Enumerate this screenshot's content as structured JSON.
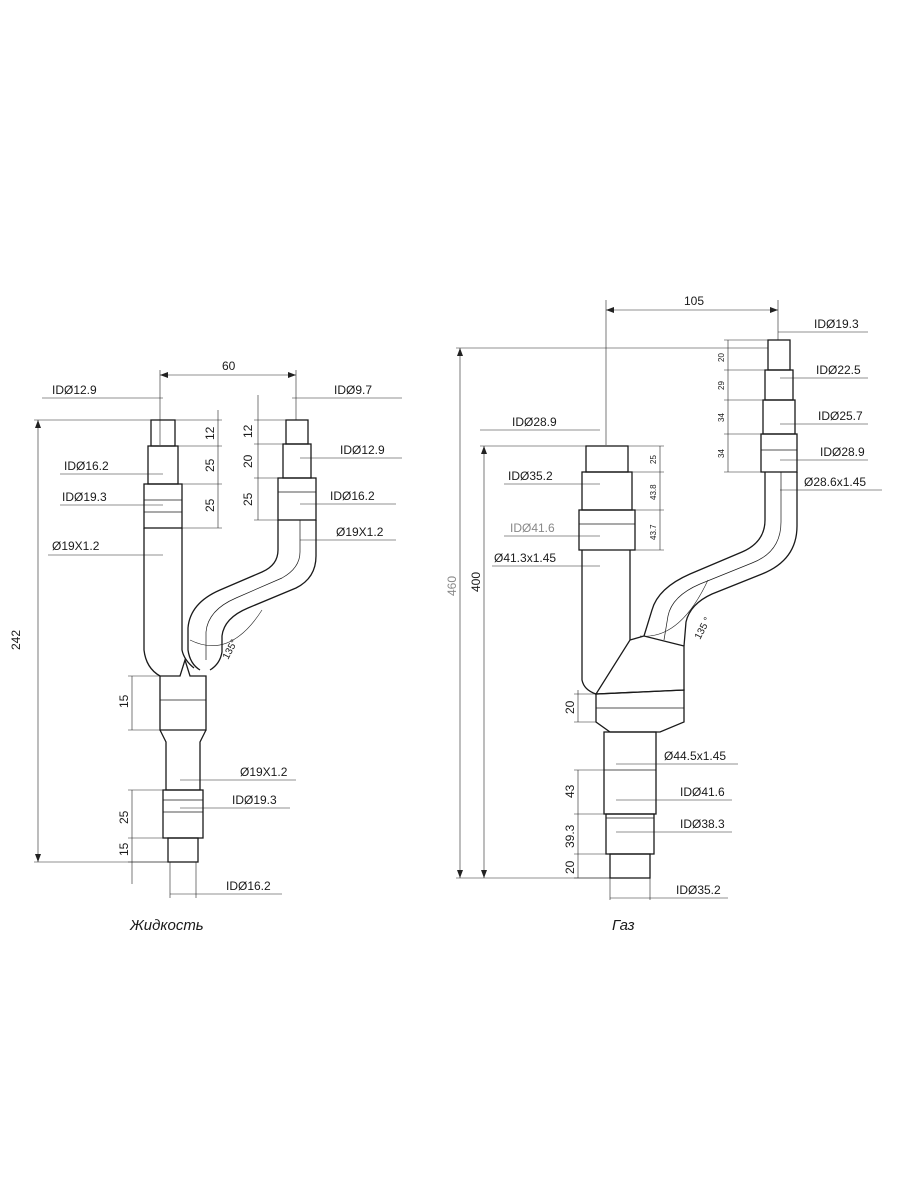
{
  "liquid": {
    "caption": "Жидкость",
    "top_span": "60",
    "height_total": "242",
    "left_branch": {
      "id_top": "IDØ12.9",
      "id_mid": "IDØ16.2",
      "id_low": "IDØ19.3",
      "pipe": "Ø19X1.2",
      "seg1": "12",
      "seg2": "25",
      "seg3": "25"
    },
    "right_branch": {
      "id_top": "IDØ9.7",
      "id_mid": "IDØ12.9",
      "id_low": "IDØ16.2",
      "pipe": "Ø19X1.2",
      "seg1": "12",
      "seg2": "20",
      "seg3": "25"
    },
    "angle": "135°",
    "bottom": {
      "collar": "15",
      "pipe": "Ø19X1.2",
      "id_mid": "IDØ19.3",
      "seg_mid": "25",
      "seg_end": "15",
      "id_end": "IDØ16.2"
    }
  },
  "gas": {
    "caption": "Газ",
    "top_span": "105",
    "height_total": "460",
    "height_inner": "400",
    "right_branch": {
      "id1": "IDØ19.3",
      "id2": "IDØ22.5",
      "id3": "IDØ25.7",
      "id4": "IDØ28.9",
      "pipe": "Ø28.6x1.45",
      "seg1": "20",
      "seg2": "29",
      "seg3": "34",
      "seg4": "34"
    },
    "left_branch": {
      "id1": "IDØ28.9",
      "id2": "IDØ35.2",
      "id3": "IDØ41.6",
      "pipe": "Ø41.3x1.45",
      "seg1": "25",
      "seg2": "43.8",
      "seg3": "43.7"
    },
    "angle": "135 °",
    "bottom": {
      "collar": "20",
      "pipe": "Ø44.5x1.45",
      "id1": "IDØ41.6",
      "id2": "IDØ38.3",
      "id3": "IDØ35.2",
      "seg1": "43",
      "seg2": "39.3",
      "seg3": "20"
    }
  }
}
